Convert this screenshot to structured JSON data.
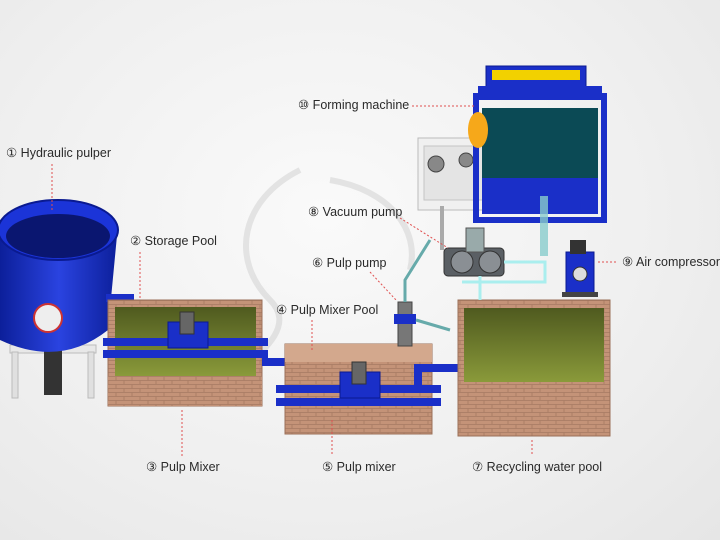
{
  "labels": {
    "hydraulic_pulper": "① Hydraulic pulper",
    "storage_pool": "② Storage Pool",
    "pulp_mixer_1": "③ Pulp Mixer",
    "pulp_mixer_pool": "④ Pulp Mixer Pool",
    "pulp_mixer_2": "⑤ Pulp mixer",
    "pulp_pump": "⑥ Pulp pump",
    "recycling_water_pool": "⑦ Recycling water pool",
    "vacuum_pump": "⑧ Vacuum pump",
    "air_compressor": "⑨ Air compressor",
    "forming_machine": "⑩ Forming machine"
  },
  "colors": {
    "equipment_blue": "#1a2fc8",
    "brick": "#b98a6e",
    "leader_line": "#e05050",
    "water": "#6f7d2a"
  }
}
